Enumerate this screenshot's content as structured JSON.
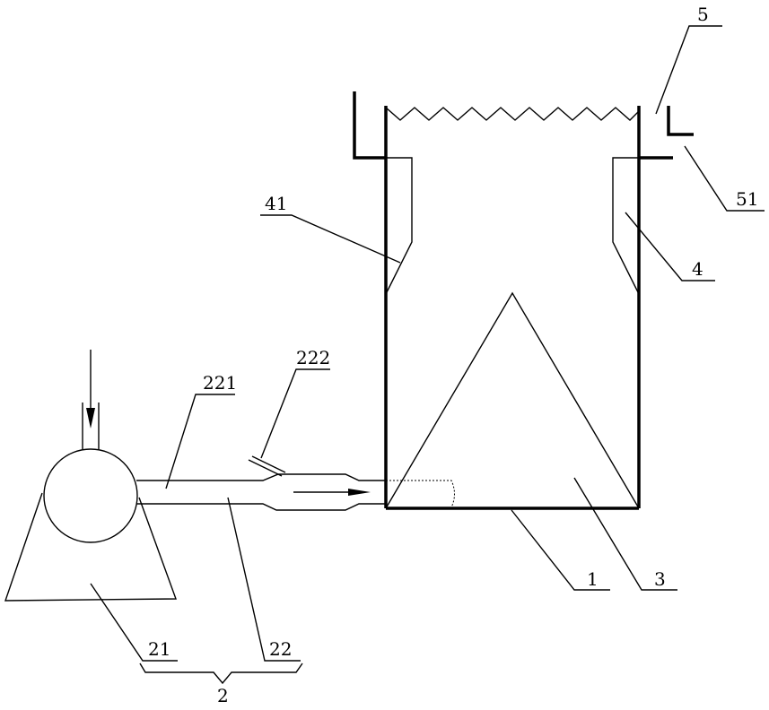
{
  "labels": {
    "l1": "1",
    "l2": "2",
    "l21": "21",
    "l22": "22",
    "l221": "221",
    "l222": "222",
    "l3": "3",
    "l4": "4",
    "l41": "41",
    "l5": "5",
    "l51": "51"
  },
  "colors": {
    "line": "#000000",
    "background": "#ffffff"
  }
}
